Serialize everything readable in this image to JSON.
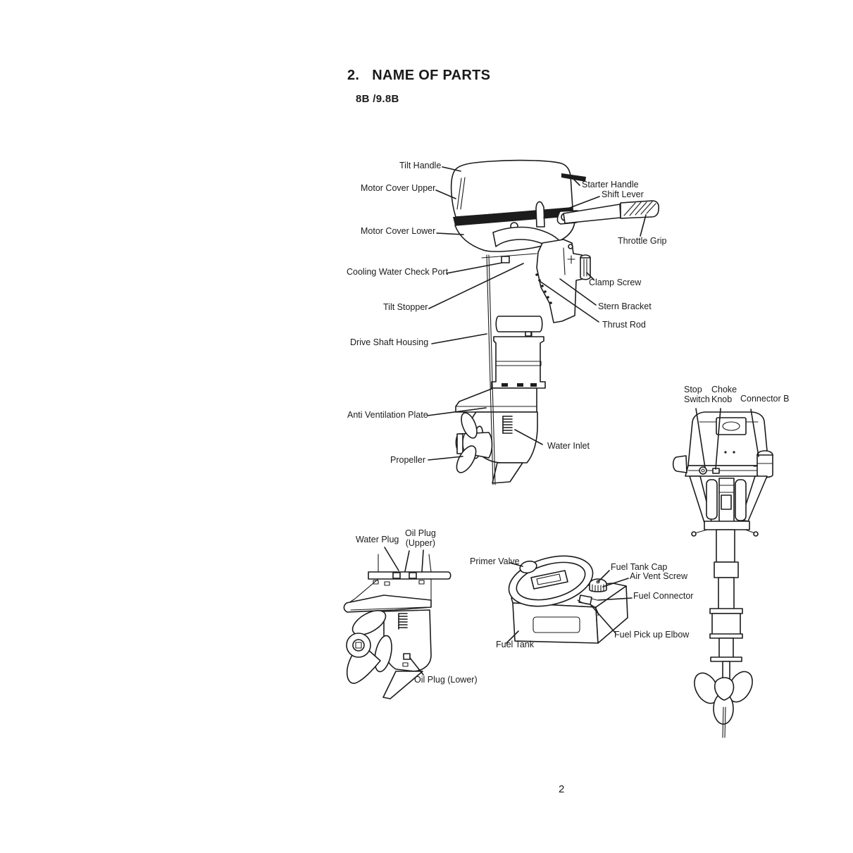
{
  "header": {
    "section_number": "2.",
    "section_title": "NAME OF PARTS",
    "model": "8B /9.8B"
  },
  "footer": {
    "page_number": "2"
  },
  "labels": {
    "side_view": [
      {
        "id": "tilt-handle",
        "text": "Tilt Handle"
      },
      {
        "id": "motor-cover-upper",
        "text": "Motor Cover Upper"
      },
      {
        "id": "motor-cover-lower",
        "text": "Motor Cover Lower"
      },
      {
        "id": "cooling-water-check-port",
        "text": "Cooling Water Check Port"
      },
      {
        "id": "tilt-stopper",
        "text": "Tilt Stopper"
      },
      {
        "id": "drive-shaft-housing",
        "text": "Drive Shaft Housing"
      },
      {
        "id": "anti-ventilation-plate",
        "text": "Anti Ventilation Plate"
      },
      {
        "id": "propeller",
        "text": "Propeller"
      },
      {
        "id": "starter-handle",
        "text": "Starter Handle"
      },
      {
        "id": "shift-lever",
        "text": "Shift Lever"
      },
      {
        "id": "throttle-grip",
        "text": "Throttle Grip"
      },
      {
        "id": "clamp-screw",
        "text": "Clamp Screw"
      },
      {
        "id": "stern-bracket",
        "text": "Stern Bracket"
      },
      {
        "id": "thrust-rod",
        "text": "Thrust Rod"
      },
      {
        "id": "water-inlet",
        "text": "Water Inlet"
      }
    ],
    "rear_view": [
      {
        "id": "stop-switch",
        "text": "Stop\nSwitch"
      },
      {
        "id": "choke-knob",
        "text": "Choke\nKnob"
      },
      {
        "id": "connector-b",
        "text": "Connector B"
      }
    ],
    "lower_unit": [
      {
        "id": "water-plug",
        "text": "Water Plug"
      },
      {
        "id": "oil-plug-upper",
        "text": "Oil Plug\n(Upper)"
      },
      {
        "id": "oil-plug-lower",
        "text": "Oil Plug (Lower)"
      }
    ],
    "fuel_tank": [
      {
        "id": "primer-valve",
        "text": "Primer Valve"
      },
      {
        "id": "fuel-tank-cap",
        "text": "Fuel Tank Cap"
      },
      {
        "id": "air-vent-screw",
        "text": "Air Vent Screw"
      },
      {
        "id": "fuel-connector",
        "text": "Fuel Connector"
      },
      {
        "id": "fuel-pick-up-elbow",
        "text": "Fuel Pick up Elbow"
      },
      {
        "id": "fuel-tank",
        "text": "Fuel Tank"
      }
    ]
  }
}
